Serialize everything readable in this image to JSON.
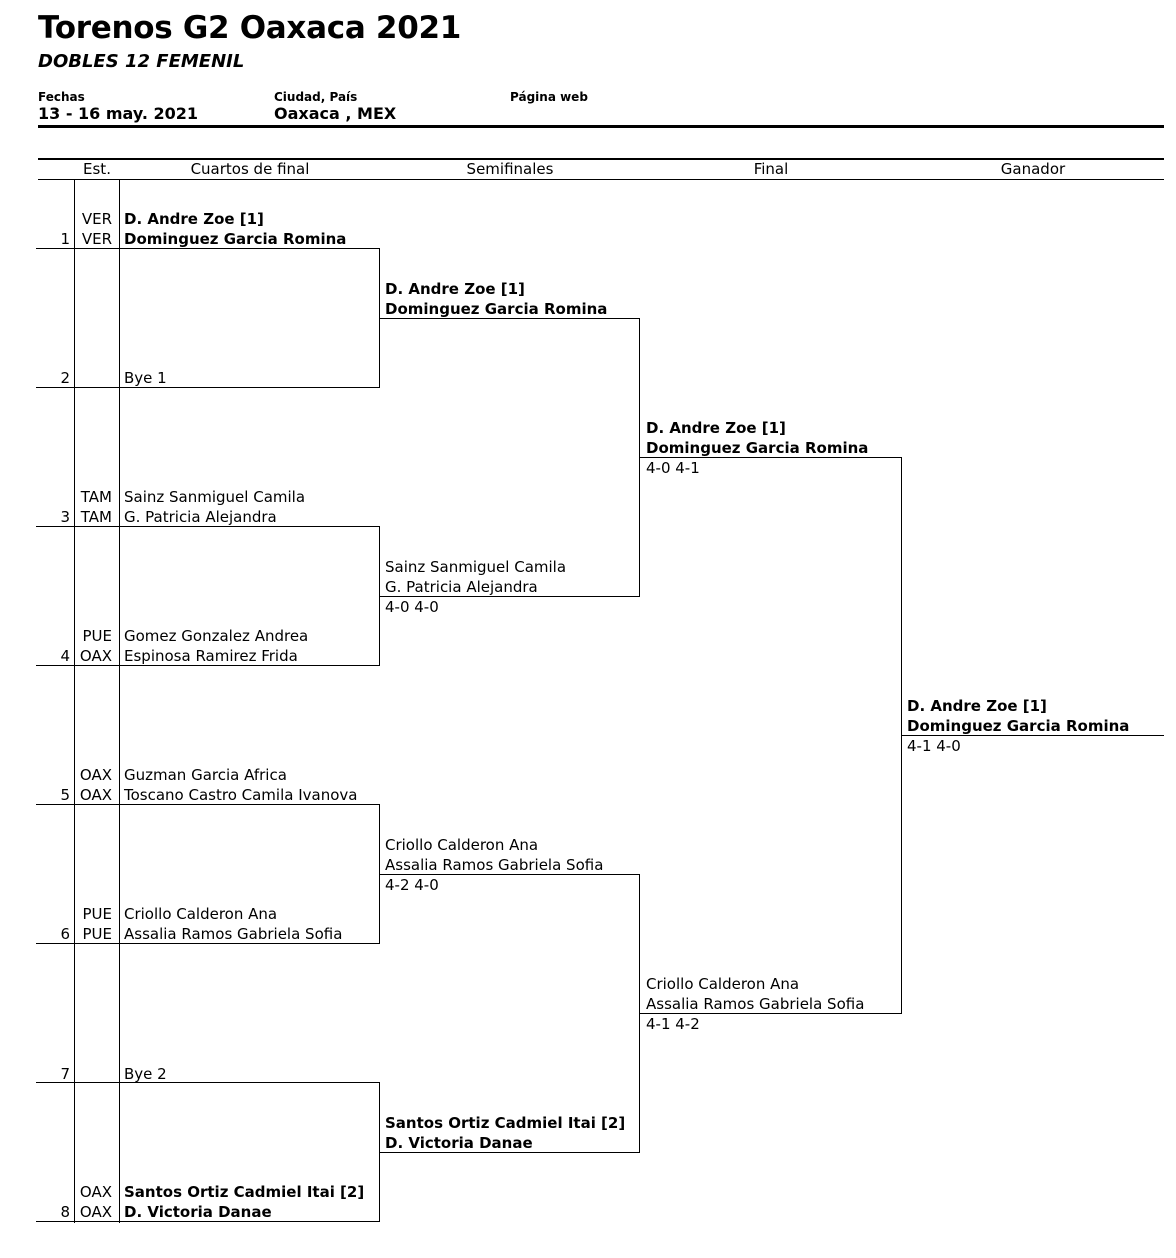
{
  "header": {
    "title": "Torenos G2 Oaxaca 2021",
    "subtitle": "DOBLES 12 FEMENIL",
    "dates_label": "Fechas",
    "dates_value": "13 - 16 may. 2021",
    "city_label": "Ciudad, País",
    "city_value": "Oaxaca , MEX",
    "web_label": "Página web",
    "web_value": ""
  },
  "columns": {
    "est": "Est.",
    "quarterfinals": "Cuartos de final",
    "semifinals": "Semifinales",
    "final": "Final",
    "winner": "Ganador"
  },
  "draw": [
    {
      "seed": "1",
      "est1": "VER",
      "est2": "VER",
      "p1": "D. Andre Zoe [1]",
      "p2": "Dominguez Garcia Romina",
      "bold": true
    },
    {
      "seed": "2",
      "est1": "",
      "est2": "",
      "p1": "",
      "p2": "Bye 1",
      "bold": false
    },
    {
      "seed": "3",
      "est1": "TAM",
      "est2": "TAM",
      "p1": "Sainz Sanmiguel Camila",
      "p2": "G. Patricia Alejandra",
      "bold": false
    },
    {
      "seed": "4",
      "est1": "PUE",
      "est2": "OAX",
      "p1": "Gomez Gonzalez Andrea",
      "p2": "Espinosa Ramirez Frida",
      "bold": false
    },
    {
      "seed": "5",
      "est1": "OAX",
      "est2": "OAX",
      "p1": "Guzman Garcia Africa",
      "p2": "Toscano Castro Camila Ivanova",
      "bold": false
    },
    {
      "seed": "6",
      "est1": "PUE",
      "est2": "PUE",
      "p1": "Criollo Calderon Ana",
      "p2": "Assalia Ramos Gabriela Sofia",
      "bold": false
    },
    {
      "seed": "7",
      "est1": "",
      "est2": "",
      "p1": "",
      "p2": "Bye 2",
      "bold": false
    },
    {
      "seed": "8",
      "est1": "OAX",
      "est2": "OAX",
      "p1": "Santos Ortiz Cadmiel Itai [2]",
      "p2": "D. Victoria Danae",
      "bold": true
    }
  ],
  "semifinals": [
    {
      "p1": "D. Andre Zoe [1]",
      "p2": "Dominguez Garcia Romina",
      "score": "",
      "bold": true
    },
    {
      "p1": "Sainz Sanmiguel Camila",
      "p2": "G. Patricia Alejandra",
      "score": "4-0 4-0",
      "bold": false
    },
    {
      "p1": "Criollo Calderon Ana",
      "p2": "Assalia Ramos Gabriela Sofia",
      "score": "4-2 4-0",
      "bold": false
    },
    {
      "p1": "Santos Ortiz Cadmiel Itai [2]",
      "p2": "D. Victoria Danae",
      "score": "",
      "bold": true
    }
  ],
  "final": [
    {
      "p1": "D. Andre Zoe [1]",
      "p2": "Dominguez Garcia Romina",
      "score": "4-0 4-1",
      "bold": true
    },
    {
      "p1": "Criollo Calderon Ana",
      "p2": "Assalia Ramos Gabriela Sofia",
      "score": "4-1 4-2",
      "bold": false
    }
  ],
  "winner": {
    "p1": "D. Andre Zoe [1]",
    "p2": "Dominguez Garcia Romina",
    "score": "4-1 4-0",
    "bold": true
  }
}
